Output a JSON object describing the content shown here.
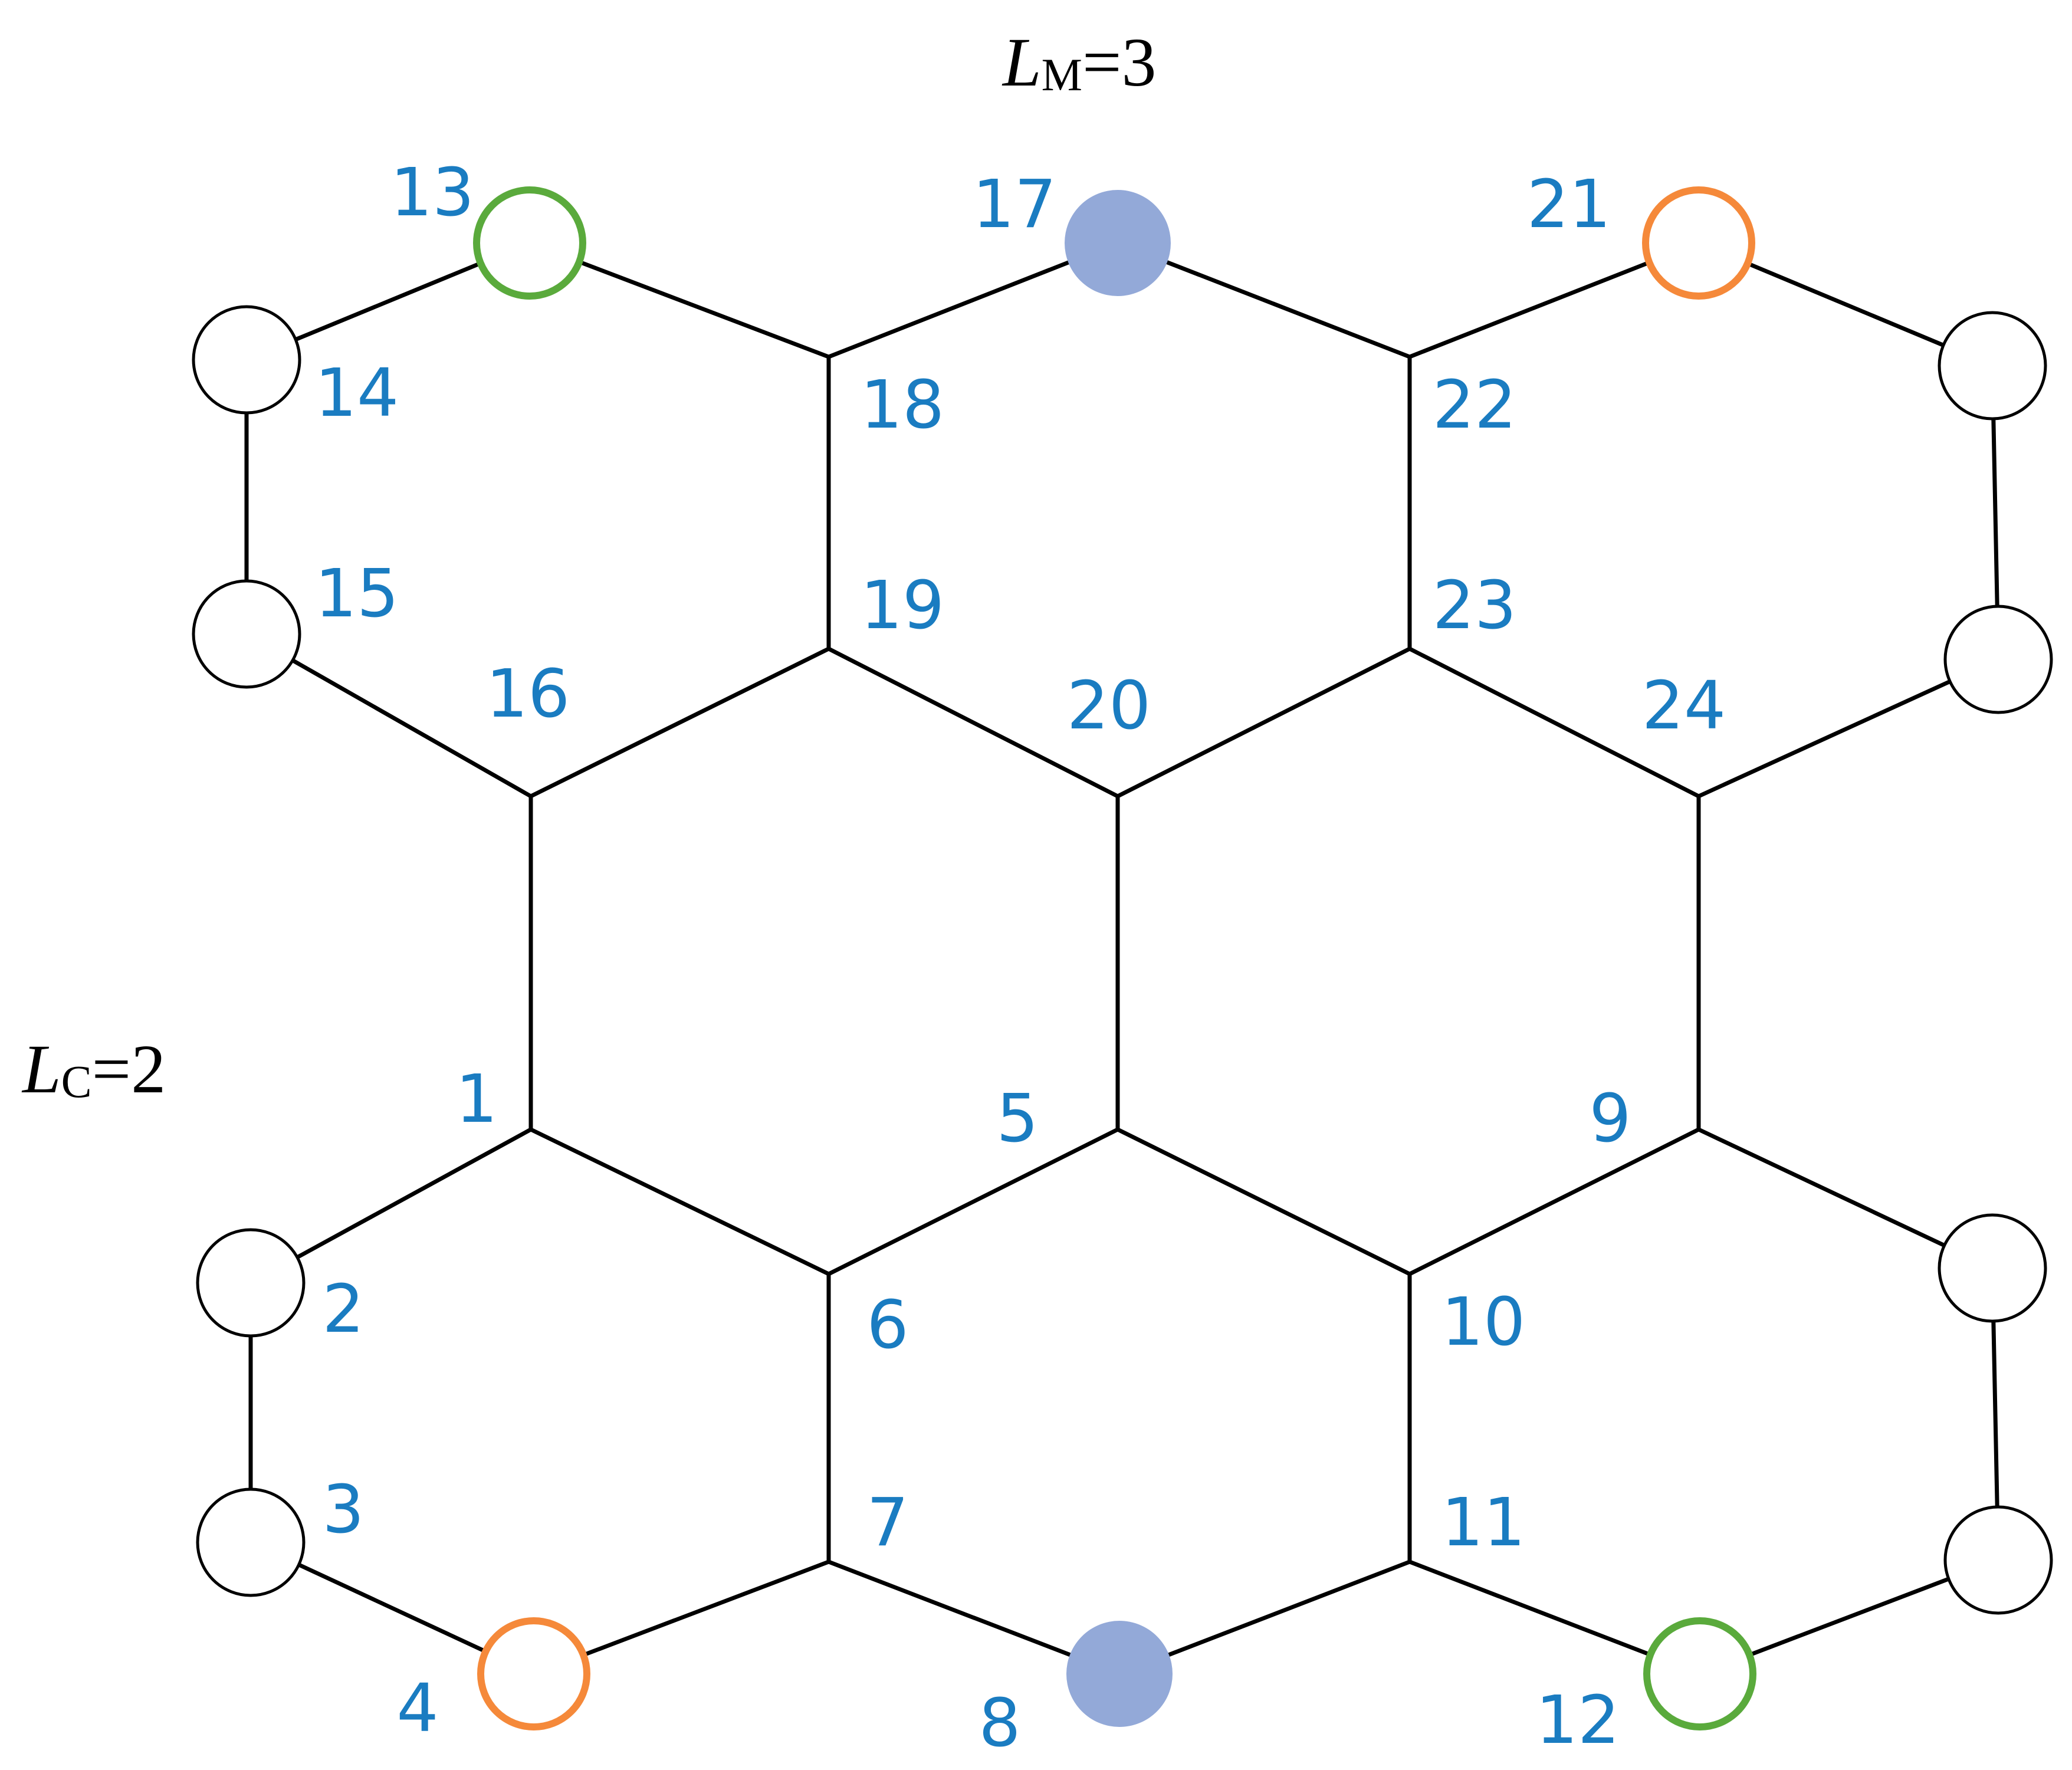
{
  "parameters": {
    "lm": {
      "symbol": "L",
      "subscript": "M",
      "value": "=3"
    },
    "lc": {
      "symbol": "L",
      "subscript": "C",
      "value": "=2"
    }
  },
  "colors": {
    "edge": "#000000",
    "label": "#1a7cc1",
    "plain_ring": "#000000",
    "green_ring": "#5aaa3c",
    "orange_ring": "#f5893a",
    "blue_fill": "#93a9d8"
  },
  "nodes": [
    {
      "id": "1",
      "style": "vertex"
    },
    {
      "id": "2",
      "style": "plain"
    },
    {
      "id": "3",
      "style": "plain"
    },
    {
      "id": "4",
      "style": "orange"
    },
    {
      "id": "5",
      "style": "vertex"
    },
    {
      "id": "6",
      "style": "vertex"
    },
    {
      "id": "7",
      "style": "vertex"
    },
    {
      "id": "8",
      "style": "blue"
    },
    {
      "id": "9",
      "style": "vertex"
    },
    {
      "id": "10",
      "style": "vertex"
    },
    {
      "id": "11",
      "style": "vertex"
    },
    {
      "id": "12",
      "style": "green"
    },
    {
      "id": "13",
      "style": "green"
    },
    {
      "id": "14",
      "style": "plain"
    },
    {
      "id": "15",
      "style": "plain"
    },
    {
      "id": "16",
      "style": "vertex"
    },
    {
      "id": "17",
      "style": "blue"
    },
    {
      "id": "18",
      "style": "vertex"
    },
    {
      "id": "19",
      "style": "vertex"
    },
    {
      "id": "20",
      "style": "vertex"
    },
    {
      "id": "21",
      "style": "orange"
    },
    {
      "id": "22",
      "style": "vertex"
    },
    {
      "id": "23",
      "style": "vertex"
    },
    {
      "id": "24",
      "style": "vertex"
    },
    {
      "id": "",
      "style": "plain"
    },
    {
      "id": "",
      "style": "plain"
    },
    {
      "id": "",
      "style": "plain"
    },
    {
      "id": "",
      "style": "plain"
    }
  ]
}
